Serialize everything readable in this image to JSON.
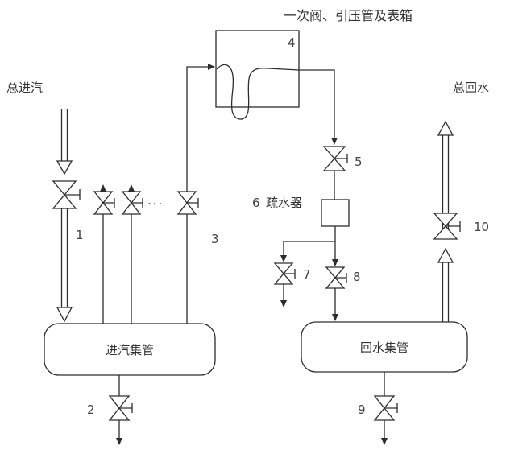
{
  "diagram": {
    "title": "一次阀、引压管及表箱",
    "labels": {
      "steam_inlet": "总进汽",
      "return_water": "总回水",
      "steam_header": "进汽集管",
      "return_header": "回水集管",
      "trap": "疏水器",
      "dots": "..."
    },
    "numbers": {
      "n1": "1",
      "n2": "2",
      "n3": "3",
      "n4": "4",
      "n5": "5",
      "n6": "6",
      "n7": "7",
      "n8": "8",
      "n9": "9",
      "n10": "10"
    },
    "colors": {
      "line": "#2d2d2d",
      "background": "#ffffff"
    }
  }
}
